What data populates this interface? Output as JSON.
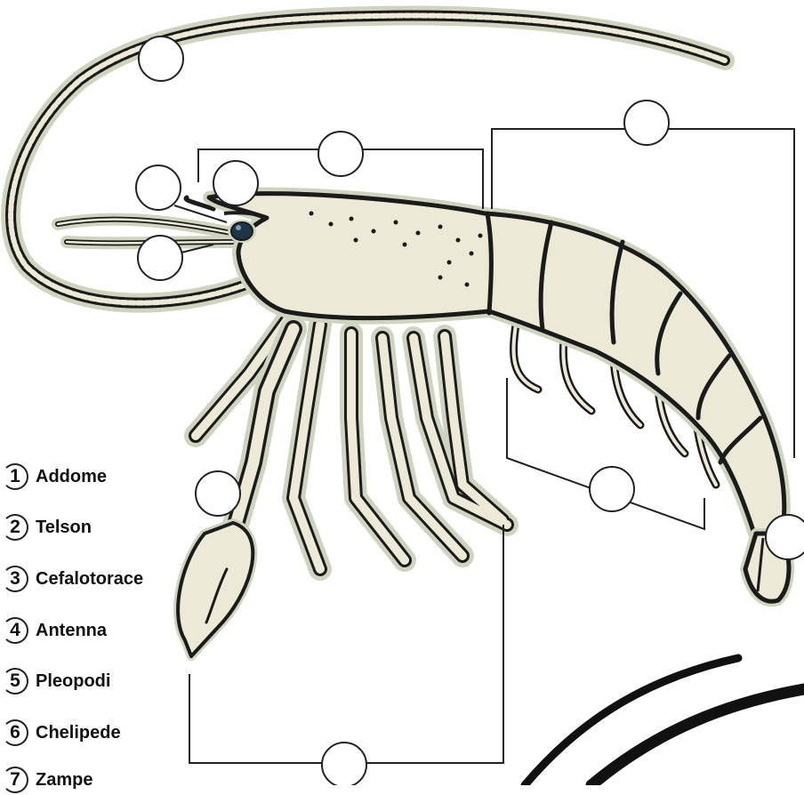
{
  "legend": {
    "items": [
      {
        "number": "1",
        "label": "Addome"
      },
      {
        "number": "2",
        "label": "Telson"
      },
      {
        "number": "3",
        "label": "Cefalotorace"
      },
      {
        "number": "4",
        "label": "Antenna"
      },
      {
        "number": "5",
        "label": "Pleopodi"
      },
      {
        "number": "6",
        "label": "Chelipede"
      },
      {
        "number": "7",
        "label": "Zampe"
      }
    ]
  },
  "answer_circles": {
    "count": 10
  },
  "colors": {
    "body_fill": "#ece9d6",
    "halo": "#cfd4bf",
    "outline": "#1b1b1b",
    "eye": "#1e3548",
    "line": "#222222"
  }
}
